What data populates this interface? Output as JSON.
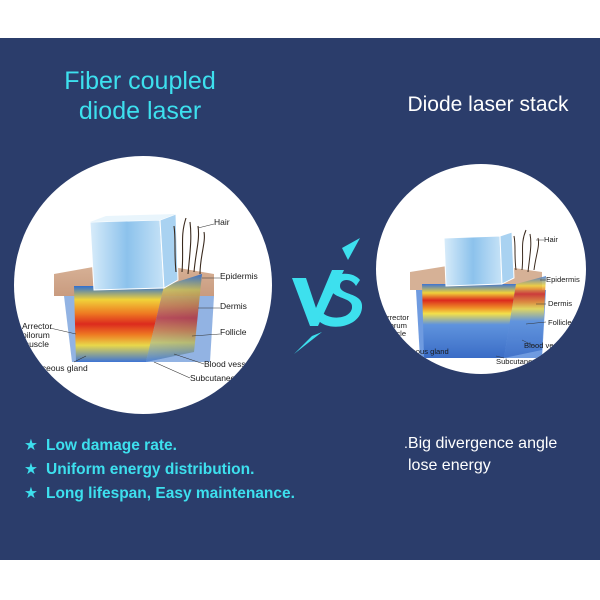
{
  "left": {
    "title_line1": "Fiber coupled",
    "title_line2": "diode laser",
    "labels": {
      "hair": "Hair",
      "epidermis": "Epidermis",
      "dermis": "Dermis",
      "follicle": "Follicle",
      "arrector_line1": "Arrector",
      "arrector_line2": "pilorum",
      "arrector_line3": "muscle",
      "sebaceous": "Sebaceous gland",
      "blood_vessels": "Blood vessels",
      "subcutaneous": "Subcutaneous fat"
    }
  },
  "right": {
    "title": "Diode laser stack",
    "labels": {
      "hair": "Hair",
      "epidermis": "Epidermis",
      "dermis": "Dermis",
      "follicle": "Follicle",
      "arrector_line1": "Arrector",
      "arrector_line2": "pilorum",
      "arrector_line3": "muscle",
      "sebaceous": "Sebaceous gland",
      "blood_vessels": "Blood vessels",
      "subcutaneous": "Subcutaneous fat"
    }
  },
  "vs_text": "VS",
  "features": [
    "Low damage rate.",
    "Uniform energy distribution.",
    "Long lifespan, Easy maintenance."
  ],
  "feature_bullet": "★",
  "note": {
    "bullet": ".",
    "line1": "Big divergence angle",
    "line2": "lose energy"
  },
  "colors": {
    "panel_bg": "#2b3d6b",
    "accent_cyan": "#3de0ee",
    "text_white": "#ffffff"
  }
}
